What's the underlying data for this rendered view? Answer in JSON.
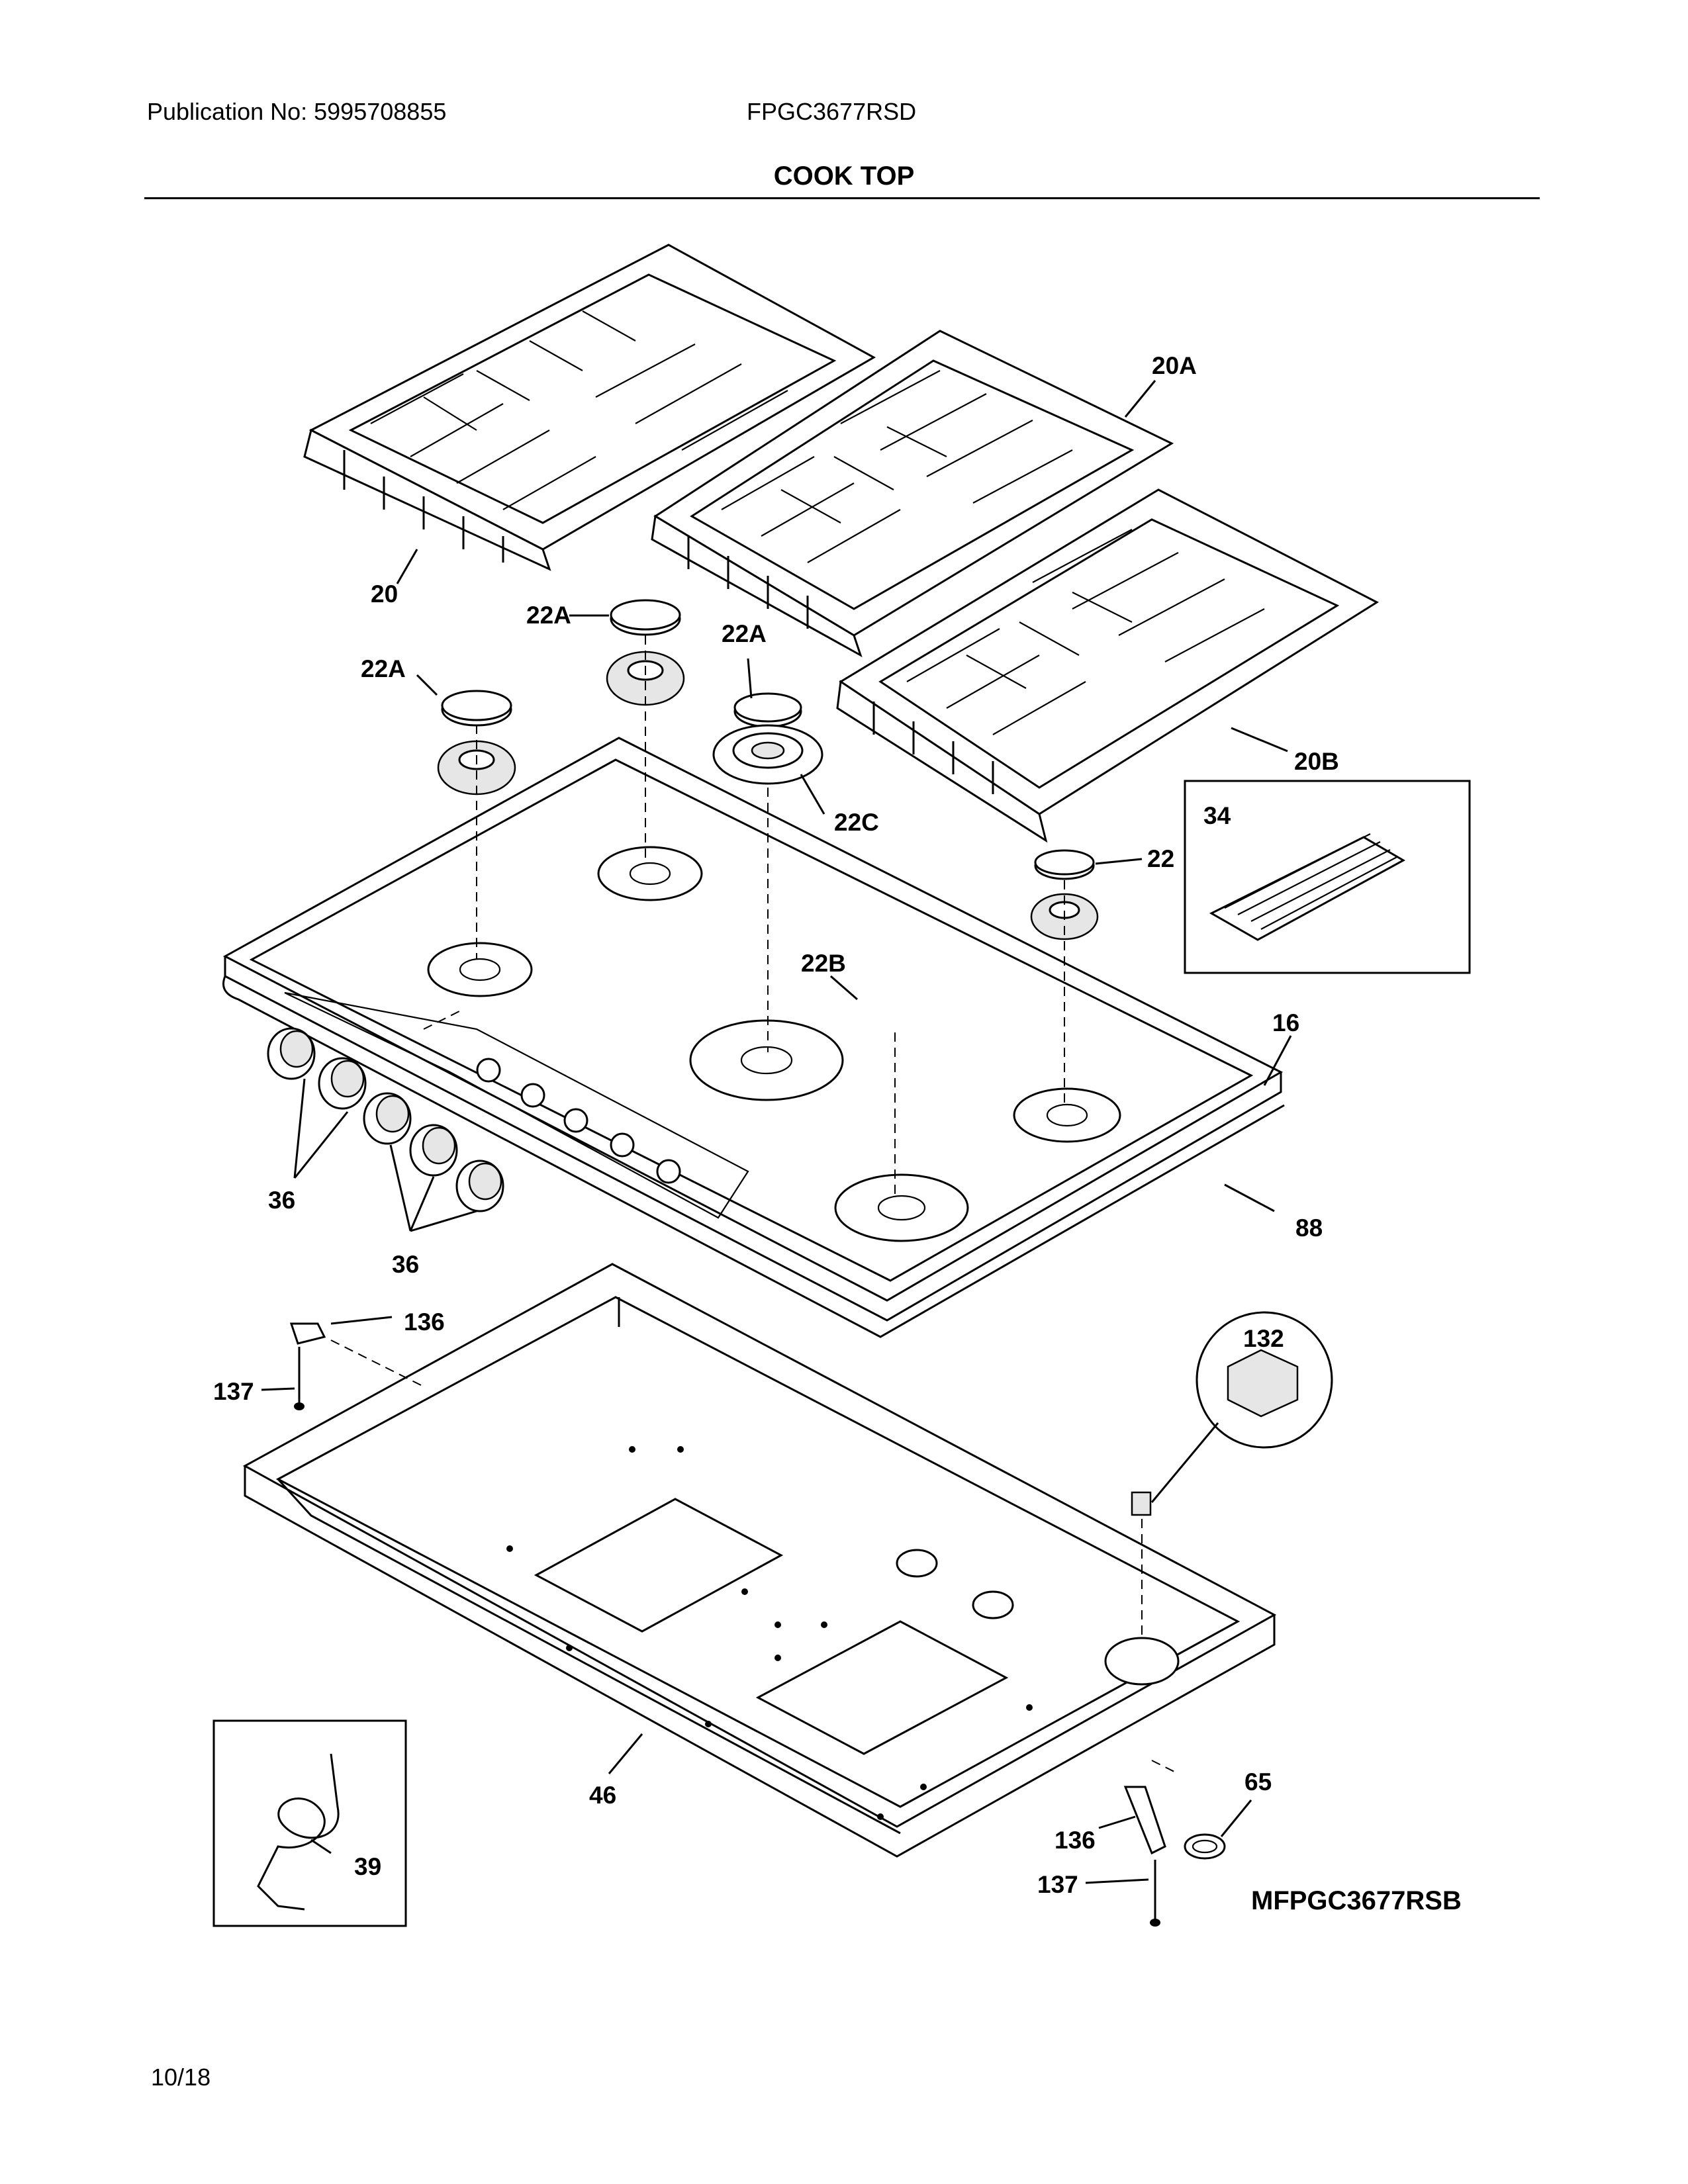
{
  "header": {
    "publication": "Publication No: 5995708855",
    "model": "FPGC3677RSD",
    "section_title": "COOK TOP"
  },
  "footer": {
    "date": "10/18",
    "diagram_code": "MFPGC3677RSB"
  },
  "callouts": {
    "c20": "20",
    "c20A": "20A",
    "c20B": "20B",
    "c22A_1": "22A",
    "c22A_2": "22A",
    "c22A_3": "22A",
    "c22C": "22C",
    "c22": "22",
    "c22B": "22B",
    "c34": "34",
    "c16": "16",
    "c36_1": "36",
    "c36_2": "36",
    "c88": "88",
    "c136_1": "136",
    "c137_1": "137",
    "c132": "132",
    "c46": "46",
    "c39": "39",
    "c65": "65",
    "c136_2": "136",
    "c137_2": "137"
  }
}
